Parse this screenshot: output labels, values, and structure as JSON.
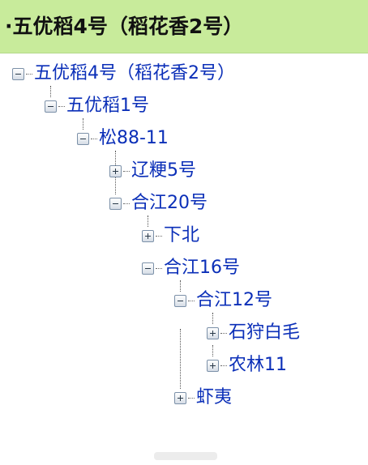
{
  "header": {
    "title": "·五优稻4号（稻花香2号）"
  },
  "tree": {
    "root": {
      "label": "五优稻4号（稻花香2号）",
      "state": "expanded"
    },
    "n1": {
      "label": "五优稻1号",
      "state": "expanded"
    },
    "n2": {
      "label": "松88-11",
      "state": "expanded"
    },
    "n3": {
      "label": "辽粳5号",
      "state": "collapsed"
    },
    "n4": {
      "label": "合江20号",
      "state": "expanded"
    },
    "n5": {
      "label": "下北",
      "state": "collapsed"
    },
    "n6": {
      "label": "合江16号",
      "state": "expanded"
    },
    "n7": {
      "label": "合江12号",
      "state": "expanded"
    },
    "n8": {
      "label": "石狩白毛",
      "state": "collapsed"
    },
    "n9": {
      "label": "农林11",
      "state": "collapsed"
    },
    "n10": {
      "label": "虾夷",
      "state": "collapsed"
    }
  },
  "icons": {
    "expanded": "collapse-minus-icon",
    "collapsed": "expand-plus-icon"
  },
  "colors": {
    "header_bg": "#c8eb9b",
    "link": "#0b2fb8"
  }
}
